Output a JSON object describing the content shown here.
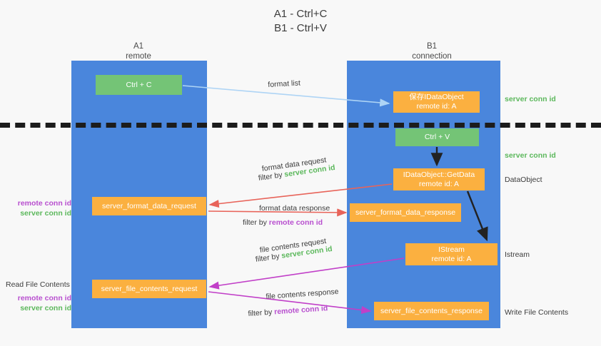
{
  "title": "A1 - Ctrl+C\nB1 - Ctrl+V",
  "columns": {
    "a1": {
      "name": "A1",
      "role": "remote",
      "header": "A1\nremote"
    },
    "b1": {
      "name": "B1",
      "role": "connection",
      "header": "B1\nconnection"
    }
  },
  "boxes": {
    "ctrl_c": {
      "label": "Ctrl + C",
      "color": "#74c476",
      "lane": "A1"
    },
    "idataobject": {
      "label": "保存IDataObject\nremote id: A",
      "color": "#fbb040",
      "lane": "B1"
    },
    "ctrl_v": {
      "label": "Ctrl + V",
      "color": "#74c476",
      "lane": "B1"
    },
    "getdata": {
      "label": "IDataObject::GetData\nremote id: A",
      "color": "#fbb040",
      "lane": "B1"
    },
    "format_data_request": {
      "label": "server_format_data_request",
      "color": "#fbb040",
      "lane": "A1"
    },
    "format_data_response": {
      "label": "server_format_data_response",
      "color": "#fbb040",
      "lane": "B1"
    },
    "istream": {
      "label": "IStream\nremote id: A",
      "color": "#fbb040",
      "lane": "B1"
    },
    "file_contents_request": {
      "label": "server_file_contents_request",
      "color": "#fbb040",
      "lane": "A1"
    },
    "file_contents_response": {
      "label": "server_file_contents_response",
      "color": "#fbb040",
      "lane": "B1"
    }
  },
  "arrow_labels": {
    "format_list": "format list",
    "format_data_request": "format data request",
    "format_data_request_filter_prefix": "filter by ",
    "format_data_request_filter_value": "server conn id",
    "format_data_response": "format data response",
    "format_data_response_filter_prefix": "filter by ",
    "format_data_response_filter_value": "remote conn id",
    "file_contents_request": "file contents request",
    "file_contents_request_filter_prefix": "filter by ",
    "file_contents_request_filter_value": "server conn id",
    "file_contents_response": "file contents response",
    "file_contents_response_filter_prefix": "filter by ",
    "file_contents_response_filter_value": "remote conn id"
  },
  "annotations": {
    "server_conn_id_top": "server conn id",
    "server_conn_id_mid": "server conn id",
    "dataobject": "DataObject",
    "istream": "Istream",
    "write_file_contents": "Write File Contents",
    "read_file_contents": "Read File Contents",
    "remote_conn_id_1": "remote conn id",
    "server_conn_id_1": "server conn id",
    "remote_conn_id_2": "remote conn id",
    "server_conn_id_2": "server conn id"
  },
  "colors": {
    "lane_blue": "#4a86dc",
    "box_green": "#74c476",
    "box_orange": "#fbb040",
    "arrow_lightblue": "#aed4f5",
    "arrow_red": "#e8645a",
    "arrow_magenta": "#c13fc8",
    "arrow_black": "#222222",
    "text_green": "#5cb85c",
    "text_purple": "#b84fcf",
    "background": "#f8f8f8"
  }
}
